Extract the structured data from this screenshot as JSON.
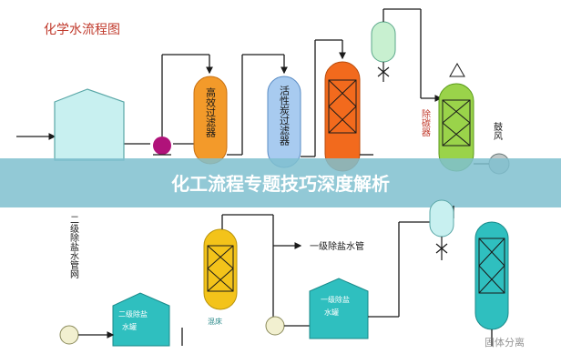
{
  "diagram": {
    "title": "化学水流程图",
    "banner": "化工流程专题技巧深度解析",
    "labels": {
      "high_eff_filter": "高效过滤器",
      "carbon_filter": "活性炭过滤器",
      "decarb": "除碳器",
      "blower": "鼓风",
      "primary_pipe": "一级除盐水管",
      "secondary_pipe": "二级除盐水管网",
      "primary_tank": "一级除盐水罐",
      "secondary_tank": "二级除盐水罐",
      "mixed_bed": "混床"
    },
    "watermark": "固体分离"
  },
  "colors": {
    "line": "#1a1a1a",
    "tank_fill": "#c8f0f0",
    "tank_stroke": "#5aa7a7",
    "orange": "#f39a2a",
    "blue": "#a8cbf0",
    "red_orange": "#f26a1d",
    "green": "#9ad34a",
    "teal": "#2fbfbf",
    "yellow": "#f3c31a",
    "pump_purple": "#b0127a",
    "pump_gray": "#bfc7c7",
    "title_red": "#c0392b",
    "banner_bg": "#7fbfcf"
  }
}
